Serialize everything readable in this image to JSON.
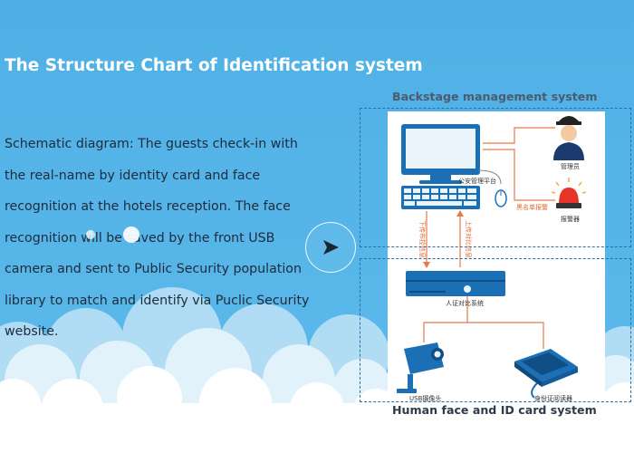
{
  "slide": {
    "title": "The Structure Chart of Identification system",
    "description_lines": [
      "Schematic diagram: The guests check-in with",
      "the real-name by identity card and face",
      "recognition at the hotels reception. The face",
      "recognition will be saved by the front USB",
      "camera and sent to Public Security population",
      "library to match and identify via Puclic Security",
      "website."
    ]
  },
  "diagram": {
    "top_section_label": "Backstage management system",
    "bottom_section_label": "Human face and ID card system",
    "nodes": {
      "platform": "公安管理平台",
      "admin": "管理员",
      "alarm": "报警器",
      "blacklist_alarm": "黑名单报警",
      "comparison_system": "人证对比系统",
      "usb_camera": "USB摄像头",
      "id_reader": "身份证阅读器",
      "down_arrow_label": "下传布控信息",
      "up_arrow_label": "上传对比信息"
    }
  },
  "controls": {
    "next_icon": "play-arrow-icon"
  },
  "colors": {
    "background": "#53b2e6",
    "accent_line": "#e8794a",
    "device_blue": "#1a6fb5",
    "dashed_border": "#2a6fa8"
  }
}
